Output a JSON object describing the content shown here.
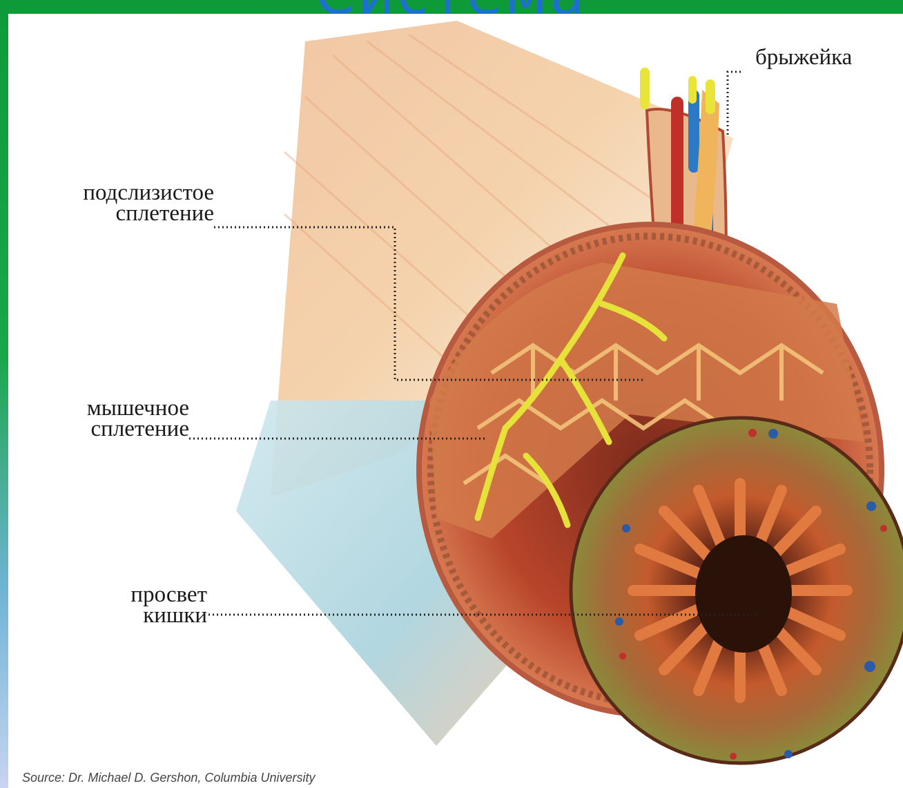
{
  "header": {
    "title_fragment": "Система"
  },
  "labels": {
    "mesentery": "брыжейка",
    "submucosal_line1": "подслизистое",
    "submucosal_line2": "сплетение",
    "myenteric_line1": "мышечное",
    "myenteric_line2": "сплетение",
    "lumen_line1": "просвет",
    "lumen_line2": "кишки"
  },
  "source": "Source: Dr. Michael D. Gershon, Columbia University",
  "colors": {
    "frame_green": "#0f9a3a",
    "title_blue": "#1f6fd0",
    "muscle_red": "#c8452b",
    "nerve_yellow": "#e6e23a",
    "plexus_orange": "#f0b45a",
    "mucosa_olive": "#8a8a3a"
  }
}
